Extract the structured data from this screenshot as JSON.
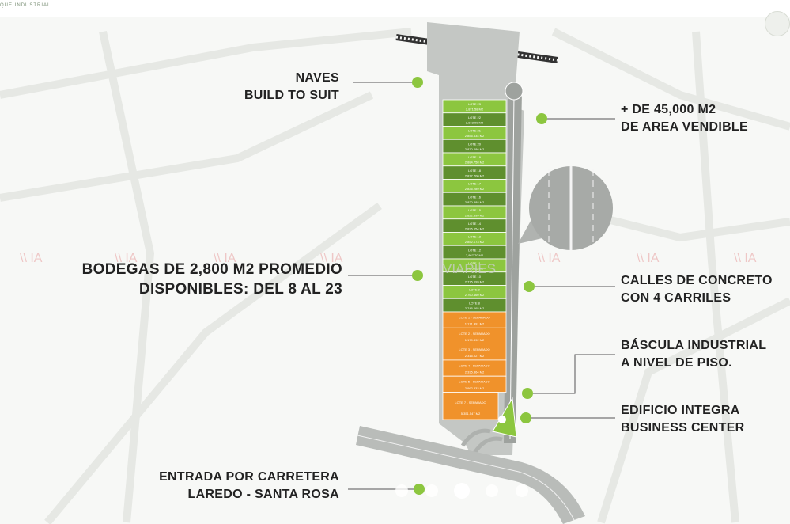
{
  "header": {
    "logo_text": "QUE INDUSTRIAL"
  },
  "labels": {
    "naves_line1": "NAVES",
    "naves_line2": "BUILD TO SUIT",
    "area_line1": "+ DE 45,000 M2",
    "area_line2": "DE AREA VENDIBLE",
    "bodegas_line1": "BODEGAS DE 2,800 M2 PROMEDIO",
    "bodegas_line2": "DISPONIBLES: DEL 8 AL 23",
    "calles_line1": "CALLES DE CONCRETO",
    "calles_line2": "CON 4 CARRILES",
    "bascula_line1": "BÁSCULA INDUSTRIAL",
    "bascula_line2": "A NIVEL DE PISO.",
    "edificio_line1": "EDIFICIO INTEGRA",
    "edificio_line2": "BUSINESS CENTER",
    "entrada_line1": "ENTRADA POR CARRETERA",
    "entrada_line2": "LAREDO - SANTA ROSA"
  },
  "watermark": {
    "text": "IA",
    "center_text": "VIARIES"
  },
  "lots_green": [
    {
      "name": "LOTE 23",
      "area": "2,871.58 M2"
    },
    {
      "name": "LOTE 22",
      "area": "2,843.09 M2"
    },
    {
      "name": "LOTE 21",
      "area": "2,856.634 M2"
    },
    {
      "name": "LOTE 20",
      "area": "2,870.486 M2"
    },
    {
      "name": "LOTE 19",
      "area": "2,884.758 M2"
    },
    {
      "name": "LOTE 18",
      "area": "2,877.700 M2"
    },
    {
      "name": "LOTE 17",
      "area": "2,836.289 M2"
    },
    {
      "name": "LOTE 16",
      "area": "2,820.888 M2"
    },
    {
      "name": "LOTE 15",
      "area": "2,822.599 M2"
    },
    {
      "name": "LOTE 14",
      "area": "2,836.654 M2"
    },
    {
      "name": "LOTE 13",
      "area": "2,852.173 M2"
    },
    {
      "name": "LOTE 12",
      "area": "2,867.70 M2"
    },
    {
      "name": "LOTE 11",
      "area": "2,775.05 M2"
    },
    {
      "name": "LOTE 10",
      "area": "2,775.699 M2"
    },
    {
      "name": "LOTE 9",
      "area": "2,760.460 M2"
    },
    {
      "name": "LOTE 8",
      "area": "2,745.065 M2"
    }
  ],
  "lots_orange": [
    {
      "name": "LOTE 1 - SEPARADO",
      "area": "1,171.491 M2"
    },
    {
      "name": "LOTE 2 - SEPARADO",
      "area": "1,179.392 M2"
    },
    {
      "name": "LOTE 3 - SEPARADO",
      "area": "2,316.027 M2"
    },
    {
      "name": "LOTE 4 - SEPARADO",
      "area": "2,335.364 M2"
    },
    {
      "name": "LOTE 5 - SEPARADO",
      "area": "2,992.833 M2"
    },
    {
      "name": "LOTE 7 - SEPARADO",
      "area": "5,351.547 M2"
    }
  ],
  "carousel": {
    "total": 5,
    "active": 3
  },
  "colors": {
    "green_light": "#8cc63f",
    "green_dark": "#5f8f2e",
    "orange": "#f0922b",
    "road": "#bfc2bf",
    "dot": "#8cc63f",
    "connector": "#555555"
  }
}
